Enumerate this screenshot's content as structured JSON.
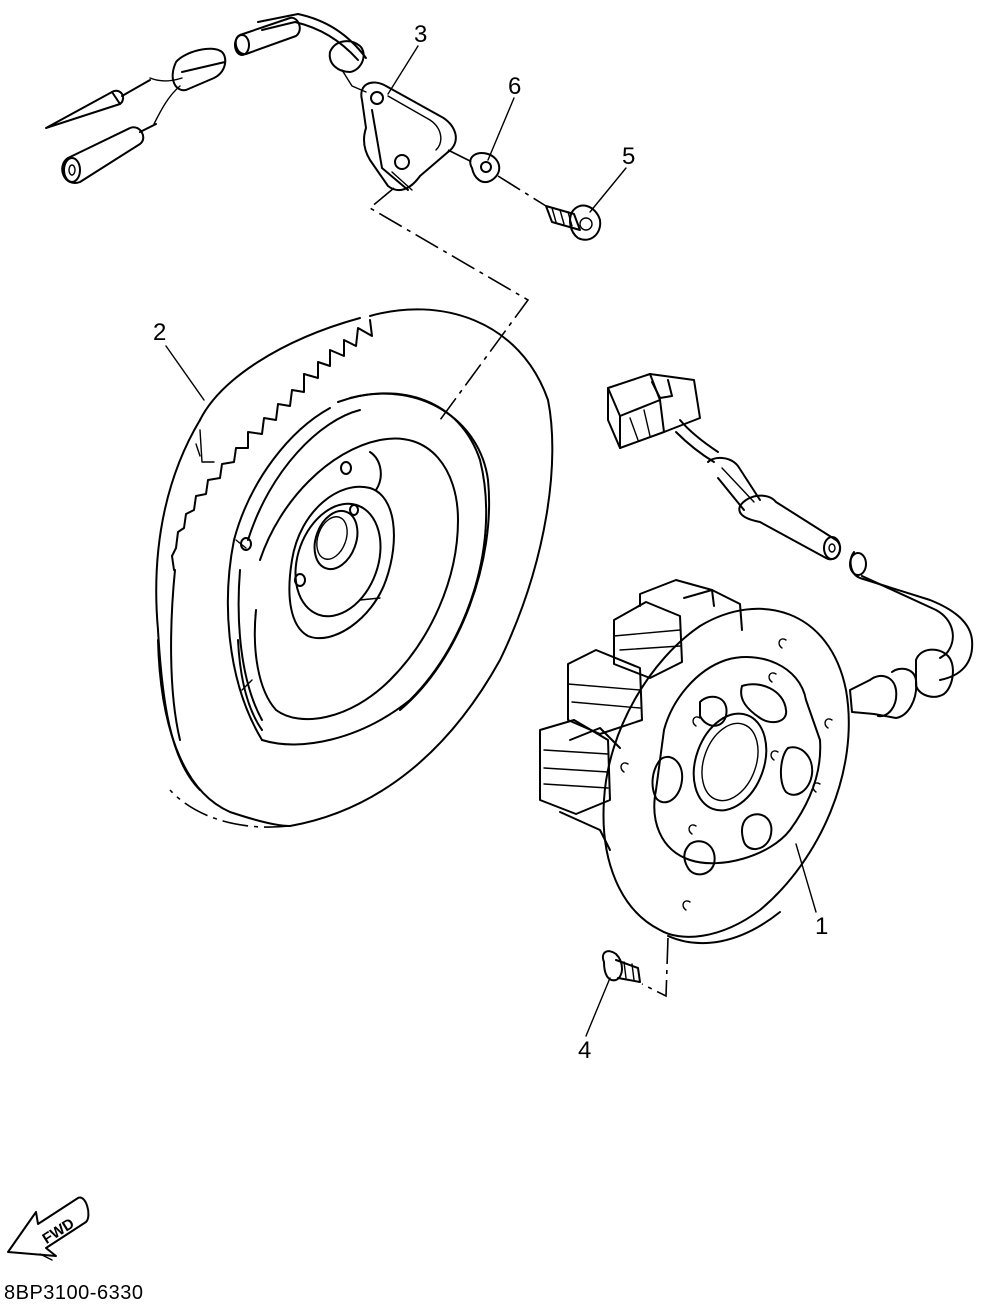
{
  "callouts": [
    {
      "id": "1",
      "label": "1",
      "part": "stator-assembly"
    },
    {
      "id": "2",
      "label": "2",
      "part": "rotor-flywheel"
    },
    {
      "id": "3",
      "label": "3",
      "part": "pickup-coil"
    },
    {
      "id": "4",
      "label": "4",
      "part": "stator-screw"
    },
    {
      "id": "5",
      "label": "5",
      "part": "pickup-screw"
    },
    {
      "id": "6",
      "label": "6",
      "part": "washer"
    }
  ],
  "direction_indicator": {
    "label": "FWD",
    "icon": "arrow-left-icon"
  },
  "diagram_code": "8BP3100-6330",
  "colors": {
    "line": "#000000",
    "background": "#ffffff"
  }
}
